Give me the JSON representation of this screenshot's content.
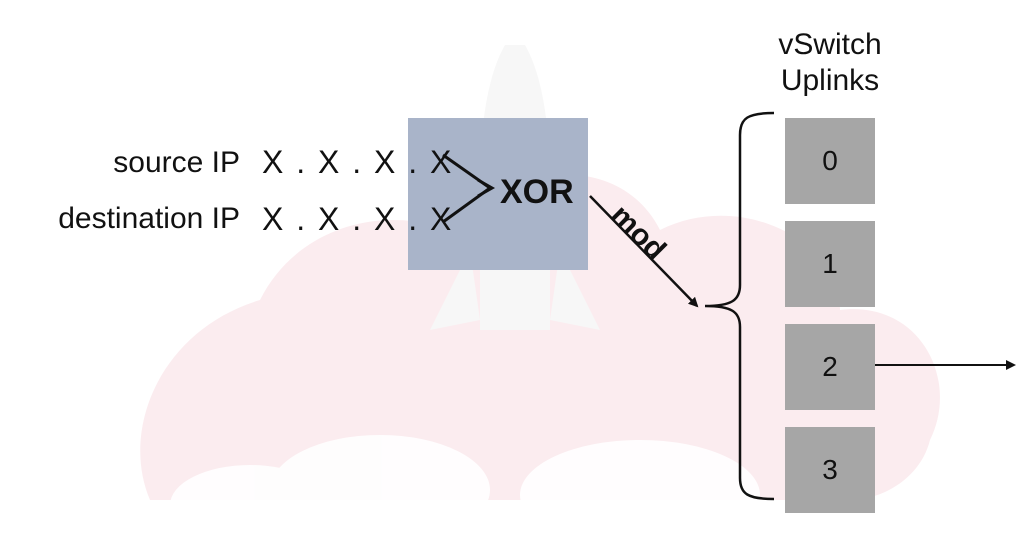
{
  "diagram": {
    "source_label": "source IP",
    "destination_label": "destination IP",
    "source_ip": "X . X . X . X",
    "destination_ip": "X . X . X . X",
    "operator": "XOR",
    "modulo_label": "mod",
    "uplinks_title_line1": "vSwitch",
    "uplinks_title_line2": "Uplinks",
    "uplinks": [
      "0",
      "1",
      "2",
      "3"
    ],
    "selected_uplink": "2"
  },
  "colors": {
    "xor_box": "#a9b4c9",
    "uplink_box": "#a6a6a6",
    "watermark": "#fbecef"
  }
}
